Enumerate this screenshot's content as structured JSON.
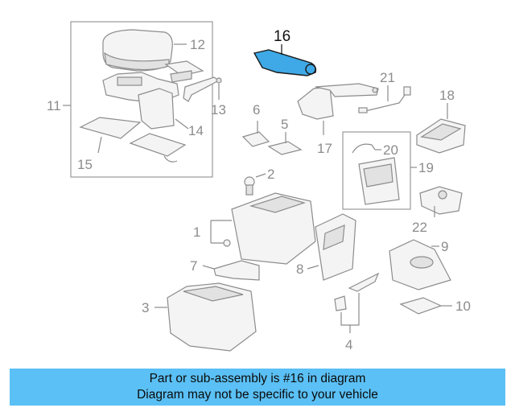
{
  "callouts": [
    "1",
    "2",
    "3",
    "4",
    "5",
    "6",
    "7",
    "8",
    "9",
    "10",
    "11",
    "12",
    "13",
    "14",
    "15",
    "16",
    "17",
    "18",
    "19",
    "20",
    "21",
    "22"
  ],
  "highlighted_part": "16",
  "colors": {
    "highlight": "#3ea9e6",
    "banner": "#5bc0f5",
    "lines": "#8c8c8c"
  },
  "banner": {
    "line1": "Part or sub-assembly is #16 in diagram",
    "line2": "Diagram may not be specific to your vehicle"
  }
}
